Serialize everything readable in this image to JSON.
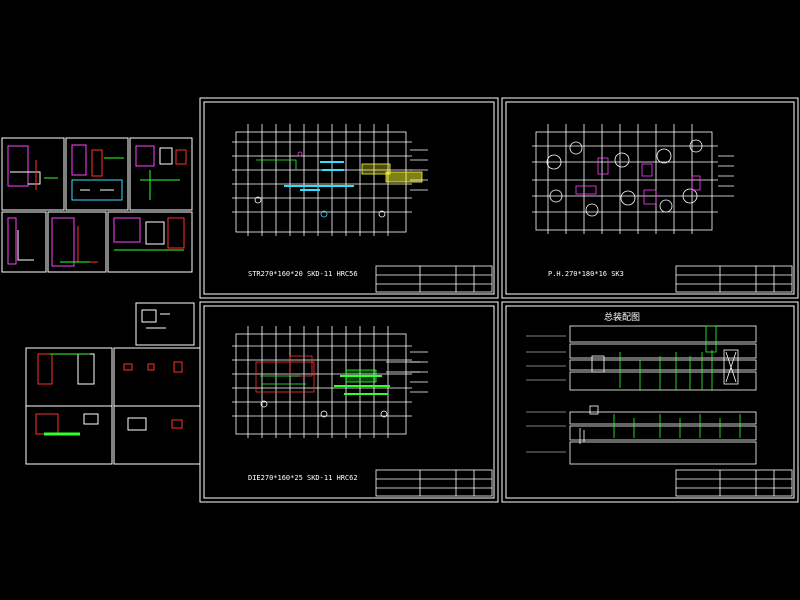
{
  "colors": {
    "background": "#000000",
    "frame": "#ffffff",
    "accent_red": "#ff3030",
    "accent_magenta": "#ff40ff",
    "accent_green": "#30ff30",
    "accent_cyan": "#30e0ff",
    "accent_yellow": "#ffff30"
  },
  "sheets": {
    "sheet1": {
      "title": "STR270*160*20   SKD-11  HRC56"
    },
    "sheet2": {
      "title": "P.H.270*180*16   SK3"
    },
    "sheet3": {
      "title": "DIE270*160*25   SKD-11  HRC62"
    },
    "sheet4": {
      "title": "总装配图"
    }
  },
  "icons": [
    "cad-drawing-sheet",
    "title-block",
    "hole-pattern",
    "assembly-layers"
  ]
}
